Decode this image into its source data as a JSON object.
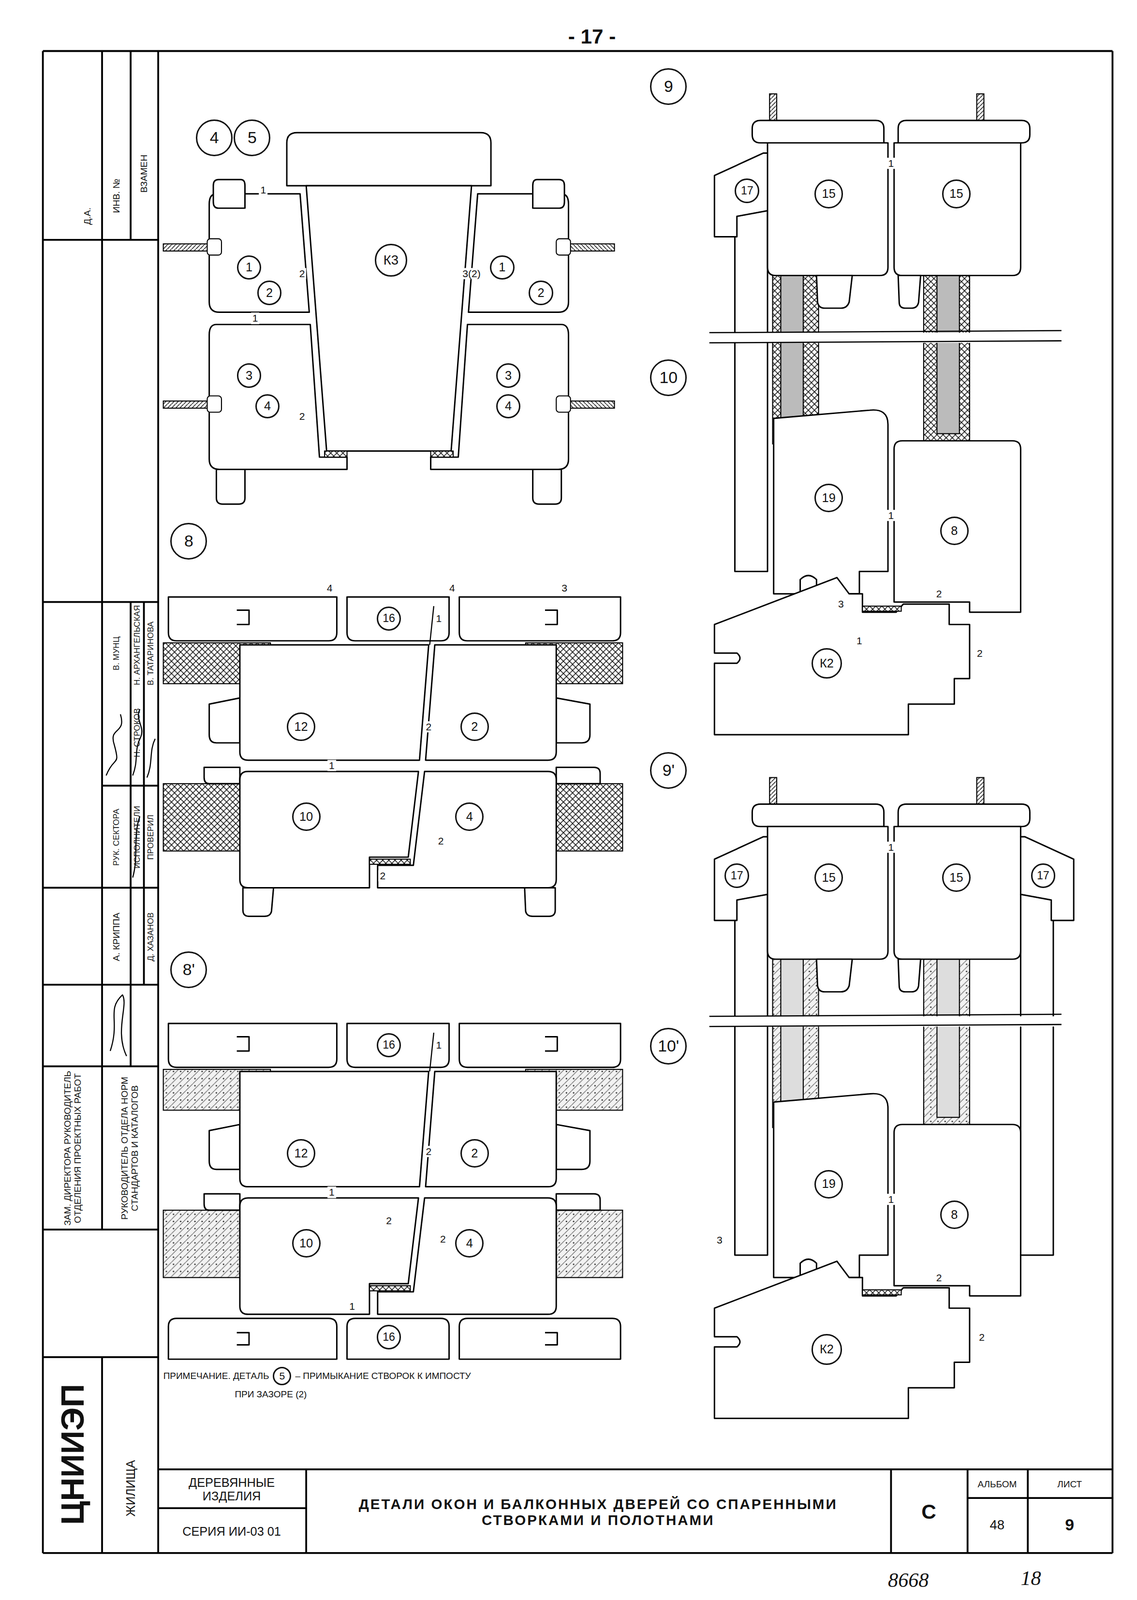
{
  "diagram": {
    "title": "ДЕТАЛИ ОКОН И БАЛКОННЫХ ДВЕРЕЙ СО СПАРЕННЫМИ СТВОРКАМИ И ПОЛОТНАМИ",
    "nodes": [
      {
        "text": [
          "4"
        ]
      },
      {
        "text": [
          "5"
        ]
      },
      {
        "text": [
          "1"
        ]
      },
      {
        "text": [
          "2"
        ]
      },
      {
        "text": [
          "К3"
        ]
      },
      {
        "text": [
          "1"
        ]
      },
      {
        "text": [
          "2"
        ]
      },
      {
        "text": [
          "3"
        ]
      },
      {
        "text": [
          "4"
        ]
      },
      {
        "text": [
          "3"
        ]
      },
      {
        "text": [
          "4"
        ]
      },
      {
        "text": [
          "8"
        ]
      },
      {
        "text": [
          "16"
        ]
      },
      {
        "text": [
          "12"
        ]
      },
      {
        "text": [
          "2"
        ]
      },
      {
        "text": [
          "10"
        ]
      },
      {
        "text": [
          "4"
        ]
      },
      {
        "text": [
          "8'"
        ]
      },
      {
        "text": [
          "16"
        ]
      },
      {
        "text": [
          "12"
        ]
      },
      {
        "text": [
          "2"
        ]
      },
      {
        "text": [
          "10"
        ]
      },
      {
        "text": [
          "4"
        ]
      },
      {
        "text": [
          "16"
        ]
      },
      {
        "text": [
          "5"
        ]
      },
      {
        "text": [
          "9"
        ]
      },
      {
        "text": [
          "17"
        ]
      },
      {
        "text": [
          "15"
        ]
      },
      {
        "text": [
          "15"
        ]
      },
      {
        "text": [
          "10"
        ]
      },
      {
        "text": [
          "19"
        ]
      },
      {
        "text": [
          "8"
        ]
      },
      {
        "text": [
          "К2"
        ]
      },
      {
        "text": [
          "9'"
        ]
      },
      {
        "text": [
          "17"
        ]
      },
      {
        "text": [
          "15"
        ]
      },
      {
        "text": [
          "15"
        ]
      },
      {
        "text": [
          "17"
        ]
      },
      {
        "text": [
          "10'"
        ]
      },
      {
        "text": [
          "19"
        ]
      },
      {
        "text": [
          "8"
        ]
      },
      {
        "text": [
          "К2"
        ]
      }
    ],
    "labels": [
      "- 17 -",
      "1",
      "2",
      "3(2)",
      "1",
      "2",
      "4",
      "4",
      "3",
      "1",
      "2",
      "1",
      "2",
      "2",
      "1",
      "2",
      "1",
      "2",
      "2",
      "1",
      "1",
      "1",
      "3",
      "2",
      "1",
      "2",
      "1",
      "1",
      "3",
      "2",
      "2",
      "ПРИМЕЧАНИЕ. ДЕТАЛЬ",
      "– ПРИМЫКАНИЕ СТВОРОК К ИМПОСТУ",
      "ПРИ ЗАЗОРЕ (2)",
      "ДЕРЕВЯННЫЕ ИЗДЕЛИЯ",
      "СЕРИЯ ИИ-03 01",
      "С",
      "АЛЬБОМ",
      "48",
      "ЛИСТ",
      "9",
      "8668",
      "18",
      "Д.А.",
      "ИНВ. №",
      "ВЗАМЕН",
      "В. МУНЦ",
      "Н. АРХАНГЕЛЬСКАЯ",
      "Н. СТРОКОВ",
      "В. ТАТАРИНОВА",
      "РУК. СЕКТОРА",
      "ИСПОЛНИТЕЛИ",
      "ПРОВЕРИЛ",
      "А. КРИППА",
      "Д. ХАЗАНОВ",
      "ЗАМ. ДИРЕКТОРА РУКОВОДИТЕЛЬ ОТДЕЛЕНИЯ ПРОЕКТНЫХ РАБОТ",
      "РУКОВОДИТЕЛЬ ОТДЕЛА НОРМ СТАНДАРТОВ И КАТАЛОГОВ",
      "ЦНИИЭП",
      "ЖИЛИЩА"
    ]
  }
}
